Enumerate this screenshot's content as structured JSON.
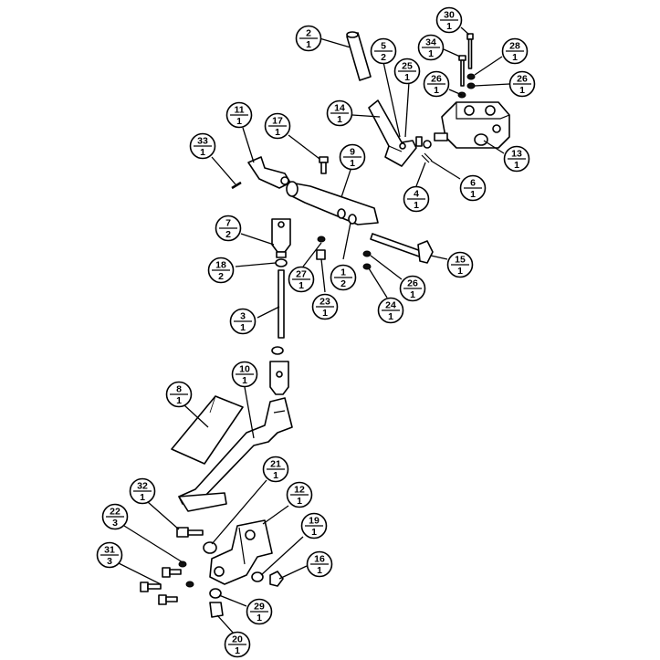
{
  "balloons": [
    {
      "part": "2",
      "qty": "1"
    },
    {
      "part": "30",
      "qty": "1"
    },
    {
      "part": "34",
      "qty": "1"
    },
    {
      "part": "28",
      "qty": "1"
    },
    {
      "part": "5",
      "qty": "2"
    },
    {
      "part": "25",
      "qty": "1"
    },
    {
      "part": "26",
      "qty": "1"
    },
    {
      "part": "26",
      "qty": "1"
    },
    {
      "part": "11",
      "qty": "1"
    },
    {
      "part": "17",
      "qty": "1"
    },
    {
      "part": "14",
      "qty": "1"
    },
    {
      "part": "33",
      "qty": "1"
    },
    {
      "part": "9",
      "qty": "1"
    },
    {
      "part": "13",
      "qty": "1"
    },
    {
      "part": "6",
      "qty": "1"
    },
    {
      "part": "4",
      "qty": "1"
    },
    {
      "part": "7",
      "qty": "2"
    },
    {
      "part": "18",
      "qty": "2"
    },
    {
      "part": "27",
      "qty": "1"
    },
    {
      "part": "1",
      "qty": "2"
    },
    {
      "part": "15",
      "qty": "1"
    },
    {
      "part": "26",
      "qty": "1"
    },
    {
      "part": "23",
      "qty": "1"
    },
    {
      "part": "24",
      "qty": "1"
    },
    {
      "part": "3",
      "qty": "1"
    },
    {
      "part": "10",
      "qty": "1"
    },
    {
      "part": "8",
      "qty": "1"
    },
    {
      "part": "21",
      "qty": "1"
    },
    {
      "part": "12",
      "qty": "1"
    },
    {
      "part": "32",
      "qty": "1"
    },
    {
      "part": "22",
      "qty": "3"
    },
    {
      "part": "19",
      "qty": "1"
    },
    {
      "part": "31",
      "qty": "3"
    },
    {
      "part": "16",
      "qty": "1"
    },
    {
      "part": "29",
      "qty": "1"
    },
    {
      "part": "20",
      "qty": "1"
    }
  ]
}
